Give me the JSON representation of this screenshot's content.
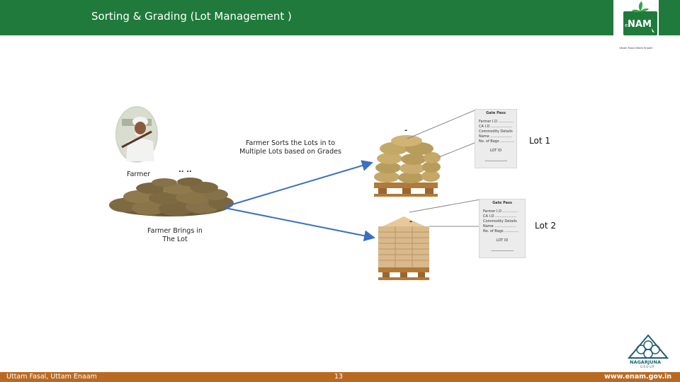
{
  "header": {
    "title": "Sorting & Grading (Lot Management )"
  },
  "logo": {
    "name": "e-NAM",
    "tagline": "Uttam Fasal Uttam Enaam"
  },
  "labels": {
    "farmer": "Farmer",
    "sorts": "Farmer Sorts the Lots in to Multiple Lots based on Grades",
    "brings": "Farmer Brings in The Lot",
    "dots_a": "-",
    "dots_b": "-",
    "dots_c": ".. .."
  },
  "gate_passes": [
    {
      "title": "Gate Pass",
      "rows": [
        "Farmer I.D ………….",
        "CA I.D ………………",
        "Commodity Details",
        "Name ………………",
        "No. of Bags …………"
      ],
      "lot_id": "LOT ID",
      "line": "———————",
      "lot_label": "Lot 1"
    },
    {
      "title": "Gate Pass",
      "rows": [
        "Farmer I.D ………….",
        "CA I.D ………………",
        "Commodity Details",
        "Name ………………",
        "No. of Bags …………"
      ],
      "lot_id": "LOT ID",
      "line": "———————",
      "lot_label": "Lot 2"
    }
  ],
  "footer": {
    "left": "Uttam Fasal, Uttam Enaam",
    "page": "13",
    "right": "www.enam.gov.in"
  },
  "colors": {
    "header": "#1f7a3b",
    "footer": "#b86a22",
    "arrow": "#3a6fc4"
  }
}
